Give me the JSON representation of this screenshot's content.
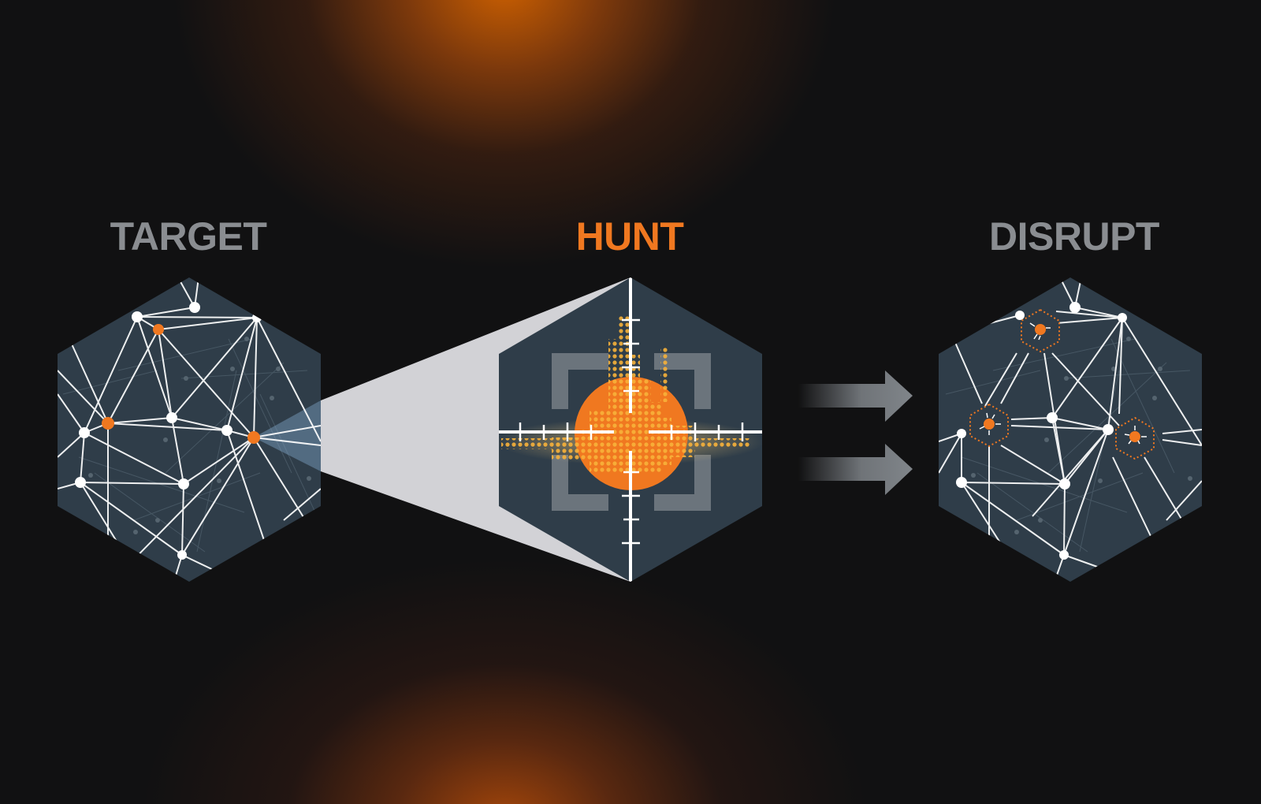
{
  "stages": [
    {
      "id": "target",
      "label": "TARGET",
      "color": "#8a8d91"
    },
    {
      "id": "hunt",
      "label": "HUNT",
      "color": "#f07820"
    },
    {
      "id": "disrupt",
      "label": "DISRUPT",
      "color": "#8a8d91"
    }
  ],
  "colors": {
    "background": "#111112",
    "hex_fill": "#2f3d49",
    "accent_orange": "#f07820",
    "node_white": "#ffffff",
    "cone": "#d2d2d6",
    "bracket": "#6b747c",
    "arrow": "#80858a",
    "dots_yellow": "#f8b23a"
  },
  "icons": {
    "target_hex": "network-graph-icon",
    "hunt_hex": "crosshair-icon",
    "arrows": "arrow-right-icon",
    "disrupt_hex": "disrupted-network-icon"
  }
}
